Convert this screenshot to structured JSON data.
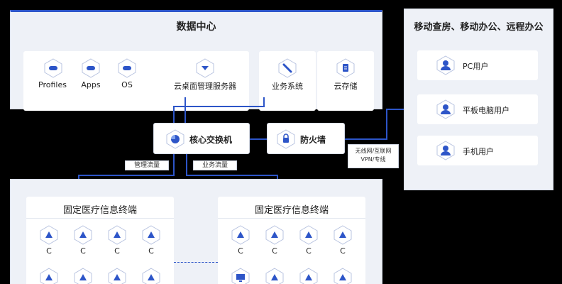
{
  "data_center": {
    "title": "数据中心",
    "modules": [
      {
        "label": "Profiles",
        "icon": "profiles-icon"
      },
      {
        "label": "Apps",
        "icon": "apps-icon"
      },
      {
        "label": "OS",
        "icon": "os-icon"
      }
    ],
    "vdi_server": {
      "label": "云桌面管理服务器",
      "icon": "server-icon"
    },
    "business_system": {
      "label": "业务系统",
      "icon": "business-icon"
    },
    "cloud_storage": {
      "label": "云存储",
      "icon": "storage-icon"
    }
  },
  "core_switch": {
    "label": "核心交换机",
    "icon": "switch-icon"
  },
  "firewall": {
    "label": "防火墙",
    "icon": "firewall-icon"
  },
  "links": {
    "management_traffic": "管理流量",
    "business_traffic": "业务流量",
    "wireless_line1": "无线网/互联网",
    "wireless_line2": "VPN/专线"
  },
  "mobile_office": {
    "title": "移动查房、移动办公、远程办公",
    "users": [
      {
        "label": "PC用户",
        "icon": "pc-user-icon"
      },
      {
        "label": "平板电脑用户",
        "icon": "tablet-user-icon"
      },
      {
        "label": "手机用户",
        "icon": "phone-user-icon"
      }
    ]
  },
  "terminals_left": {
    "title": "固定医疗信息终端",
    "node_label": "C"
  },
  "terminals_right": {
    "title": "固定医疗信息终端",
    "node_label": "C"
  },
  "colors": {
    "accent": "#2d55c8",
    "panel": "#eef1f7",
    "icon_fill": "#2d55c8"
  }
}
